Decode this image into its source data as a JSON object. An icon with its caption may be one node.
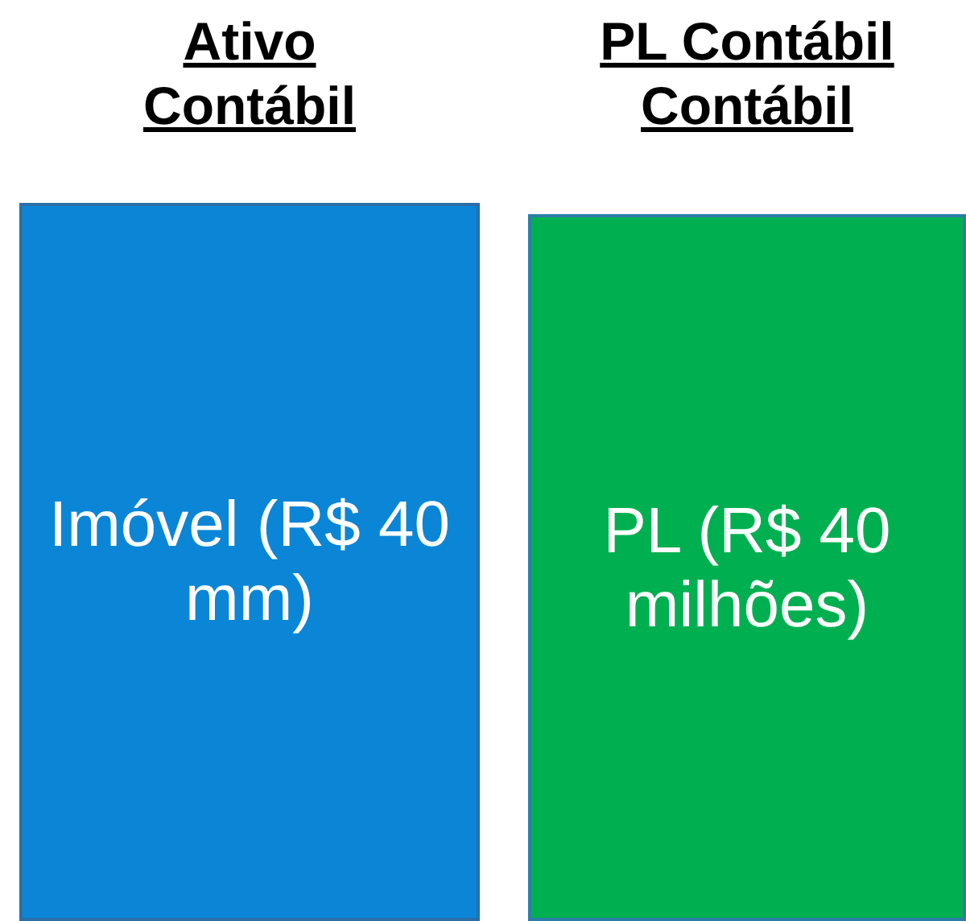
{
  "diagram": {
    "nodes": [
      {
        "text": [
          "Ativo Contábil",
          "Imóvel (R$ 40 mm)"
        ]
      },
      {
        "text": [
          "PL Contábil Contábil",
          "PL (R$ 40 milhões)"
        ]
      }
    ]
  }
}
